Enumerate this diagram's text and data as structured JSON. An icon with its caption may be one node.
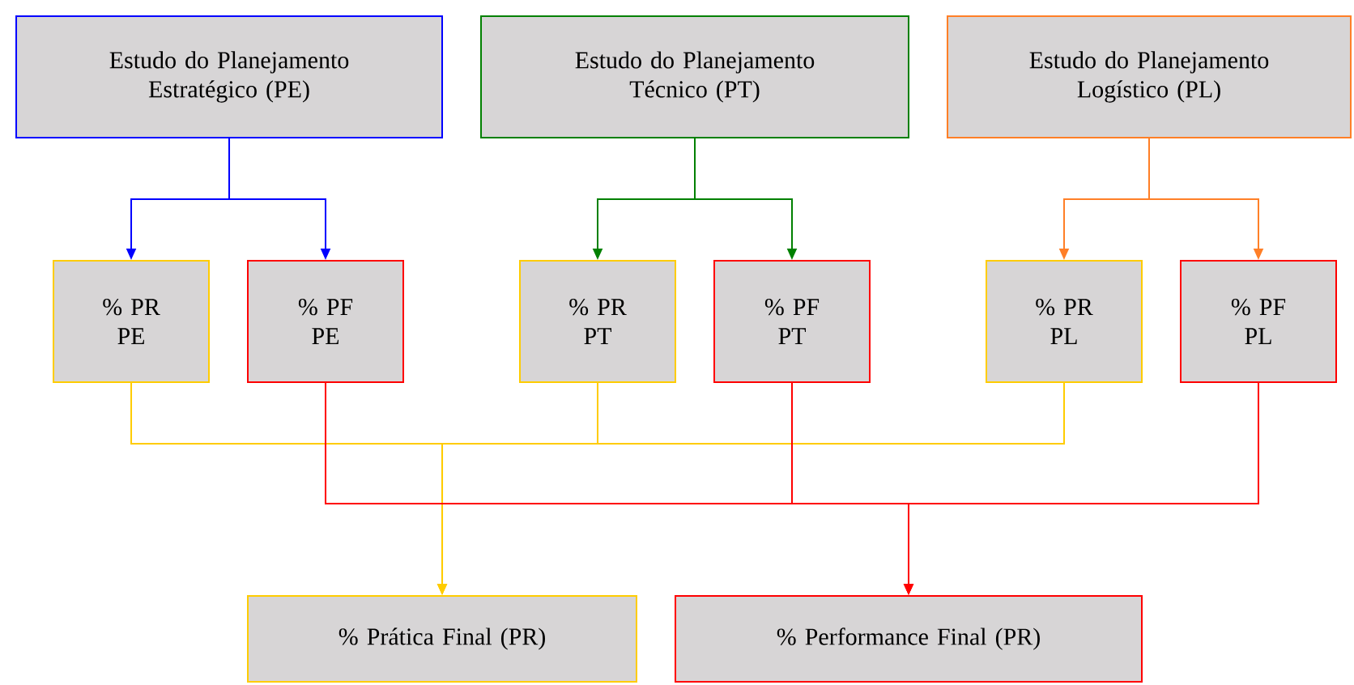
{
  "diagram": {
    "nodes": [
      {
        "text": [
          "Estudo do Planejamento Estratégico (PE)"
        ]
      },
      {
        "text": [
          "Estudo do Planejamento Técnico (PT)"
        ]
      },
      {
        "text": [
          "Estudo do Planejamento Logístico (PL)"
        ]
      },
      {
        "text": [
          "% PR PE"
        ]
      },
      {
        "text": [
          "% PF PE"
        ]
      },
      {
        "text": [
          "% PR PT"
        ]
      },
      {
        "text": [
          "% PF PT"
        ]
      },
      {
        "text": [
          "% PR PL"
        ]
      },
      {
        "text": [
          "% PF PL"
        ]
      },
      {
        "text": [
          "% Prática Final (PR)"
        ]
      },
      {
        "text": [
          "% Performance Final (PR)"
        ]
      }
    ],
    "edges": [
      {
        "from": 0,
        "to": 3,
        "arrow": "to",
        "color": "#0000ff"
      },
      {
        "from": 0,
        "to": 4,
        "arrow": "to",
        "color": "#0000ff"
      },
      {
        "from": 1,
        "to": 5,
        "arrow": "to",
        "color": "#008000"
      },
      {
        "from": 1,
        "to": 6,
        "arrow": "to",
        "color": "#008000"
      },
      {
        "from": 2,
        "to": 7,
        "arrow": "to",
        "color": "#ff7f27"
      },
      {
        "from": 2,
        "to": 8,
        "arrow": "to",
        "color": "#ff7f27"
      },
      {
        "from": 3,
        "to": 9,
        "arrow": "to",
        "color": "#ffcc00"
      },
      {
        "from": 5,
        "to": 9,
        "arrow": "to",
        "color": "#ffcc00"
      },
      {
        "from": 7,
        "to": 9,
        "arrow": "to",
        "color": "#ffcc00"
      },
      {
        "from": 4,
        "to": 10,
        "arrow": "to",
        "color": "#ff0000"
      },
      {
        "from": 6,
        "to": 10,
        "arrow": "to",
        "color": "#ff0000"
      },
      {
        "from": 8,
        "to": 10,
        "arrow": "to",
        "color": "#ff0000"
      }
    ]
  }
}
